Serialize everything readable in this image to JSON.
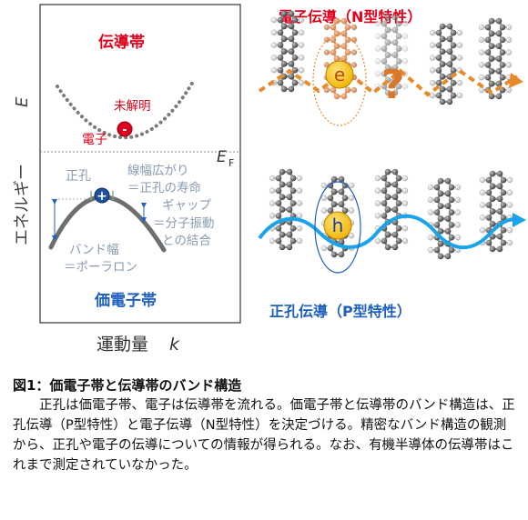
{
  "band": {
    "conduction_label": "伝導帯",
    "valence_label": "価電子帯",
    "unknown_label": "未解明",
    "electron_label": "電子",
    "electron_symbol": "-",
    "hole_label": "正孔",
    "hole_symbol": "+",
    "linewidth_label_1": "線幅広がり",
    "linewidth_label_2": "＝正孔の寿命",
    "gap_label_1": "ギャップ",
    "gap_label_2": "＝分子振動",
    "gap_label_3": "との結合",
    "bandwidth_label_1": "バンド幅",
    "bandwidth_label_2": "＝ポーラロン",
    "fermi_symbol": "E",
    "fermi_subscript": "F",
    "yaxis_label": "エネルギー",
    "yaxis_symbol": "E",
    "xaxis_label": "運動量",
    "xaxis_symbol": "k"
  },
  "conduction_panel": {
    "title": "電子伝導（N型特性）",
    "carrier_symbol": "e",
    "unknown_mark": "?"
  },
  "valence_panel": {
    "title": "正孔伝導（P型特性）",
    "carrier_symbol": "h"
  },
  "caption": {
    "title": "図1：価電子帯と伝導帯のバンド構造",
    "body": "正孔は価電子帯、電子は伝導帯を流れる。価電子帯と伝導帯のバンド構造は、正孔伝導（P型特性）と電子伝導（N型特性）を決定づける。精密なバンド構造の観測から、正孔や電子の伝導についての情報が得られる。なお、有機半導体の伝導帯はこれまで測定されていなかった。"
  },
  "colors": {
    "conduction_red": "#e0001b",
    "valence_blue": "#1f5fbf",
    "annotation_gray": "#8a9bb0",
    "orange_path": "#e88a2a",
    "cyan_path": "#1aa3e8",
    "band_gray": "#6e6e6e"
  },
  "icons": [
    "electron-icon",
    "hole-icon",
    "molecule-icon",
    "arrow-icon"
  ]
}
